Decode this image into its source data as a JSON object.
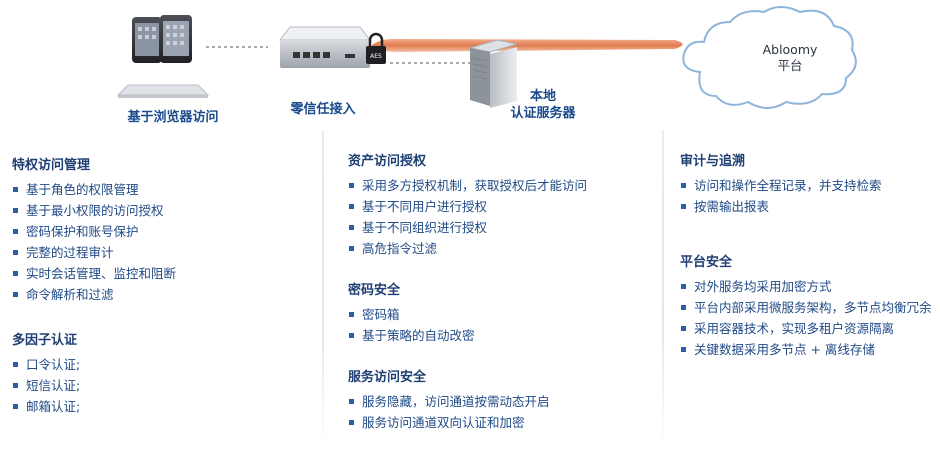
{
  "diagram": {
    "browser_label": "基于浏览器访问",
    "zero_trust_label": "零信任接入",
    "local_auth_label": "本地\n认证服务器",
    "cloud_label": "Abloomy\n平台",
    "colors": {
      "title": "#1e3f73",
      "text": "#1f4a86",
      "bullet": "#2a5ea8",
      "tunnel": "#e08a60"
    }
  },
  "columns": [
    {
      "sections": [
        {
          "title": "特权访问管理",
          "items": [
            "基于角色的权限管理",
            "基于最小权限的访问授权",
            "密码保护和账号保护",
            "完整的过程审计",
            "实时会话管理、监控和阻断",
            "命令解析和过滤"
          ]
        },
        {
          "title": "多因子认证",
          "items": [
            "口令认证;",
            "短信认证;",
            "邮箱认证;"
          ]
        }
      ]
    },
    {
      "sections": [
        {
          "title": "资产访问授权",
          "items": [
            "采用多方授权机制，获取授权后才能访问",
            "基于不同用户进行授权",
            "基于不同组织进行授权",
            "高危指令过滤"
          ]
        },
        {
          "title": "密码安全",
          "items": [
            "密码箱",
            "基于策略的自动改密"
          ]
        },
        {
          "title": "服务访问安全",
          "items": [
            "服务隐藏，访问通道按需动态开启",
            "服务访问通道双向认证和加密"
          ]
        }
      ]
    },
    {
      "sections": [
        {
          "title": "审计与追溯",
          "items": [
            "访问和操作全程记录，并支持检索",
            "按需输出报表"
          ]
        },
        {
          "title": "平台安全",
          "items": [
            "对外服务均采用加密方式",
            "平台内部采用微服务架构，多节点均衡冗余",
            "采用容器技术，实现多租户资源隔离",
            "关键数据采用多节点 + 离线存储"
          ]
        }
      ]
    }
  ]
}
